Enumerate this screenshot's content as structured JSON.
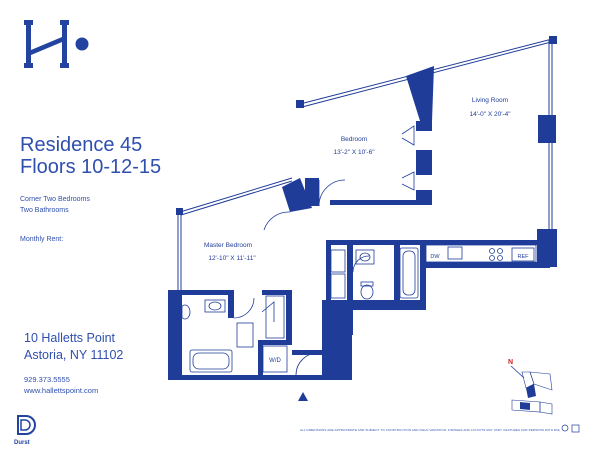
{
  "residence": {
    "title": "Residence 45",
    "floors": "Floors 10-12-15",
    "layout_line1": "Corner Two Bedrooms",
    "layout_line2": "Two Bathrooms",
    "monthly_rent_label": "Monthly Rent:"
  },
  "address": {
    "line1": "10 Halletts Point",
    "line2": "Astoria, NY 11102"
  },
  "contact": {
    "phone": "929.373.5555",
    "website": "www.hallettspoint.com"
  },
  "rooms": {
    "living_room": {
      "name": "Living Room",
      "dims": "14'-0\" X 20'-4\""
    },
    "bedroom": {
      "name": "Bedroom",
      "dims": "13'-2\" X 10'-6\""
    },
    "master_bedroom": {
      "name": "Master Bedroom",
      "dims": "12'-10\" X 11'-11\""
    }
  },
  "fixtures": {
    "dishwasher": "DW",
    "refrigerator": "REF",
    "washer_dryer": "W/D"
  },
  "compass": "N",
  "brand": "Durst",
  "disclaimer": "ALL DIMENSIONS ARE APPROXIMATE AND SUBJECT TO CONSTRUCTION AND FIELD VARIATION. FINISHES AND LAYOUTS MAY VARY. FEATURES FOR PERSONS WITH DISABILITIES PROVIDED BY REQUEST OF THE TENANT.",
  "colors": {
    "brand_blue": "#2343a0",
    "wall_blue": "#1f3c99"
  }
}
